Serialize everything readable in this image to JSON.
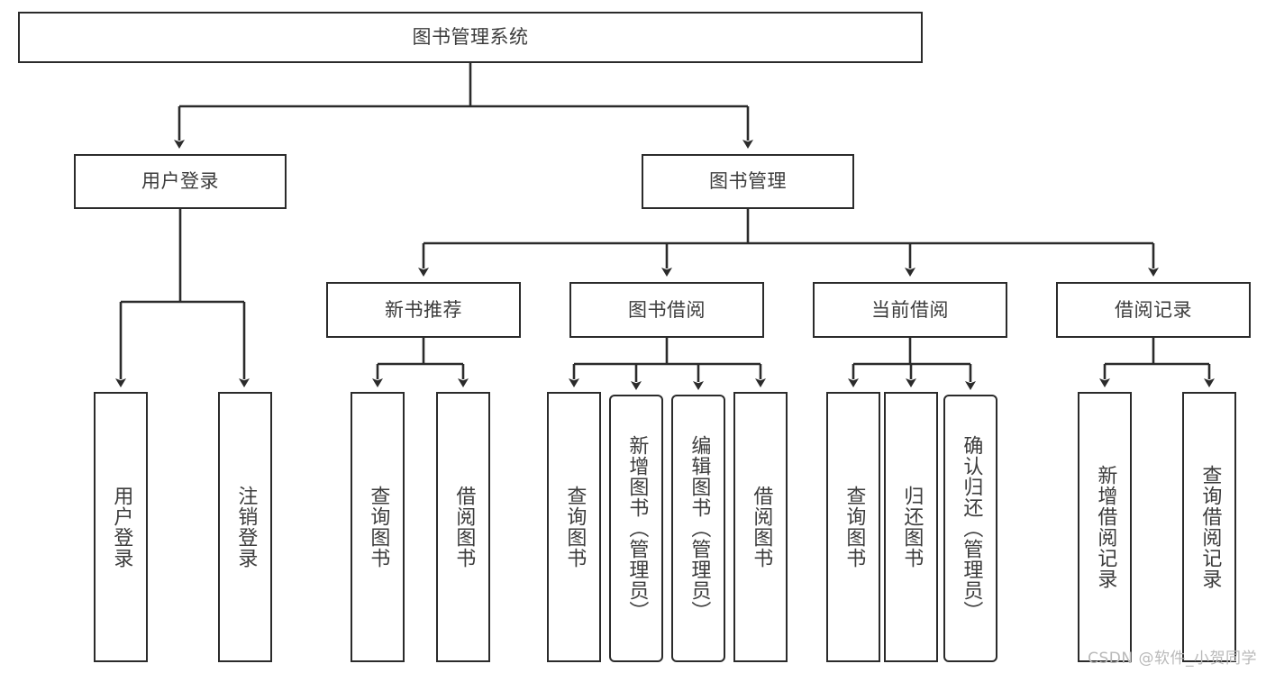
{
  "diagram": {
    "title": "图书管理系统",
    "type": "tree-hierarchy",
    "colors": {
      "box_border": "#2b2b2b",
      "box_fill": "#ffffff",
      "text": "#3c3c3c",
      "edge": "#2b2b2b",
      "watermark": "#b9b9b9",
      "background": "#ffffff"
    },
    "root": {
      "label": "图书管理系统"
    },
    "level2": [
      {
        "label": "用户登录"
      },
      {
        "label": "图书管理"
      }
    ],
    "level3": [
      {
        "label": "新书推荐"
      },
      {
        "label": "图书借阅"
      },
      {
        "label": "当前借阅"
      },
      {
        "label": "借阅记录"
      }
    ],
    "leaves": {
      "user_login": [
        {
          "label": "用户登录",
          "rounded": false
        },
        {
          "label": "注销登录",
          "rounded": false
        }
      ],
      "new_book_recommend": [
        {
          "label": "查询图书",
          "rounded": false
        },
        {
          "label": "借阅图书",
          "rounded": false
        }
      ],
      "book_borrow": [
        {
          "label": "查询图书",
          "rounded": false
        },
        {
          "label": "新增图书（管理员）",
          "rounded": true
        },
        {
          "label": "编辑图书（管理员）",
          "rounded": true
        },
        {
          "label": "借阅图书",
          "rounded": false
        }
      ],
      "current_borrow": [
        {
          "label": "查询图书",
          "rounded": false
        },
        {
          "label": "归还图书",
          "rounded": false
        },
        {
          "label": "确认归还（管理员）",
          "rounded": true
        }
      ],
      "borrow_record": [
        {
          "label": "新增借阅记录",
          "rounded": false
        },
        {
          "label": "查询借阅记录",
          "rounded": false
        }
      ]
    }
  },
  "watermark": {
    "text": "CSDN @软件_小贺同学"
  }
}
